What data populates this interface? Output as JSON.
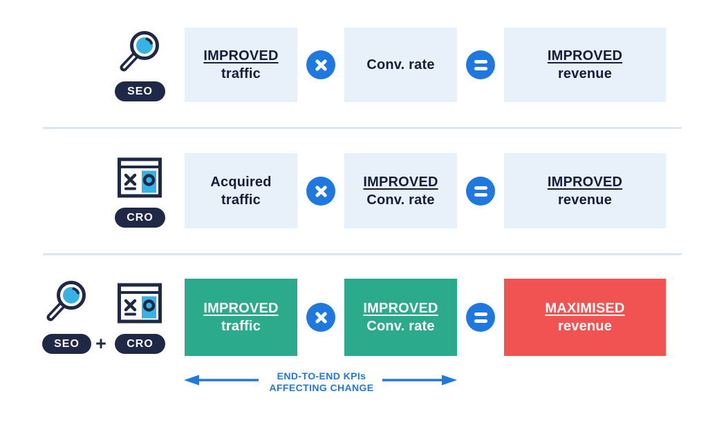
{
  "palette": {
    "navy": "#1F2846",
    "blue": "#1E78DF",
    "cyan": "#38B2E2",
    "green": "#2BAA8C",
    "red": "#F05351",
    "light_box": "#E8F1FA",
    "divider": "#D9E5F2",
    "box_text": "#161D38"
  },
  "rows": [
    {
      "name": "seo-row",
      "badges": [
        {
          "label": "SEO",
          "icon": "magnifying-glass-icon"
        }
      ],
      "joiner": "",
      "operators": [
        "×",
        "="
      ],
      "cells": [
        {
          "variant": "light",
          "lines": [
            {
              "text": "IMPROVED",
              "underline": true
            },
            {
              "text": "traffic",
              "underline": false
            }
          ]
        },
        {
          "variant": "light",
          "lines": [
            {
              "text": "Conv. rate",
              "underline": false
            }
          ]
        },
        {
          "variant": "light",
          "lines": [
            {
              "text": "IMPROVED",
              "underline": true
            },
            {
              "text": "revenue",
              "underline": false
            }
          ]
        }
      ]
    },
    {
      "name": "cro-row",
      "badges": [
        {
          "label": "CRO",
          "icon": "ab-test-icon"
        }
      ],
      "joiner": "",
      "operators": [
        "×",
        "="
      ],
      "cells": [
        {
          "variant": "light",
          "lines": [
            {
              "text": "Acquired",
              "underline": false
            },
            {
              "text": "traffic",
              "underline": false
            }
          ]
        },
        {
          "variant": "light",
          "lines": [
            {
              "text": "IMPROVED",
              "underline": true
            },
            {
              "text": "Conv. rate",
              "underline": false
            }
          ]
        },
        {
          "variant": "light",
          "lines": [
            {
              "text": "IMPROVED",
              "underline": true
            },
            {
              "text": "revenue",
              "underline": false
            }
          ]
        }
      ]
    },
    {
      "name": "seo-plus-cro-row",
      "badges": [
        {
          "label": "SEO",
          "icon": "magnifying-glass-icon"
        },
        {
          "label": "CRO",
          "icon": "ab-test-icon"
        }
      ],
      "joiner": "+",
      "operators": [
        "×",
        "="
      ],
      "cells": [
        {
          "variant": "green",
          "lines": [
            {
              "text": "IMPROVED",
              "underline": true
            },
            {
              "text": "traffic",
              "underline": false
            }
          ]
        },
        {
          "variant": "green",
          "lines": [
            {
              "text": "IMPROVED",
              "underline": true
            },
            {
              "text": "Conv. rate",
              "underline": false
            }
          ]
        },
        {
          "variant": "red",
          "lines": [
            {
              "text": "MAXIMISED",
              "underline": true
            },
            {
              "text": "revenue",
              "underline": false
            }
          ]
        }
      ]
    }
  ],
  "footer": {
    "label_line1": "END-TO-END KPIs",
    "label_line2": "AFFECTING CHANGE"
  }
}
